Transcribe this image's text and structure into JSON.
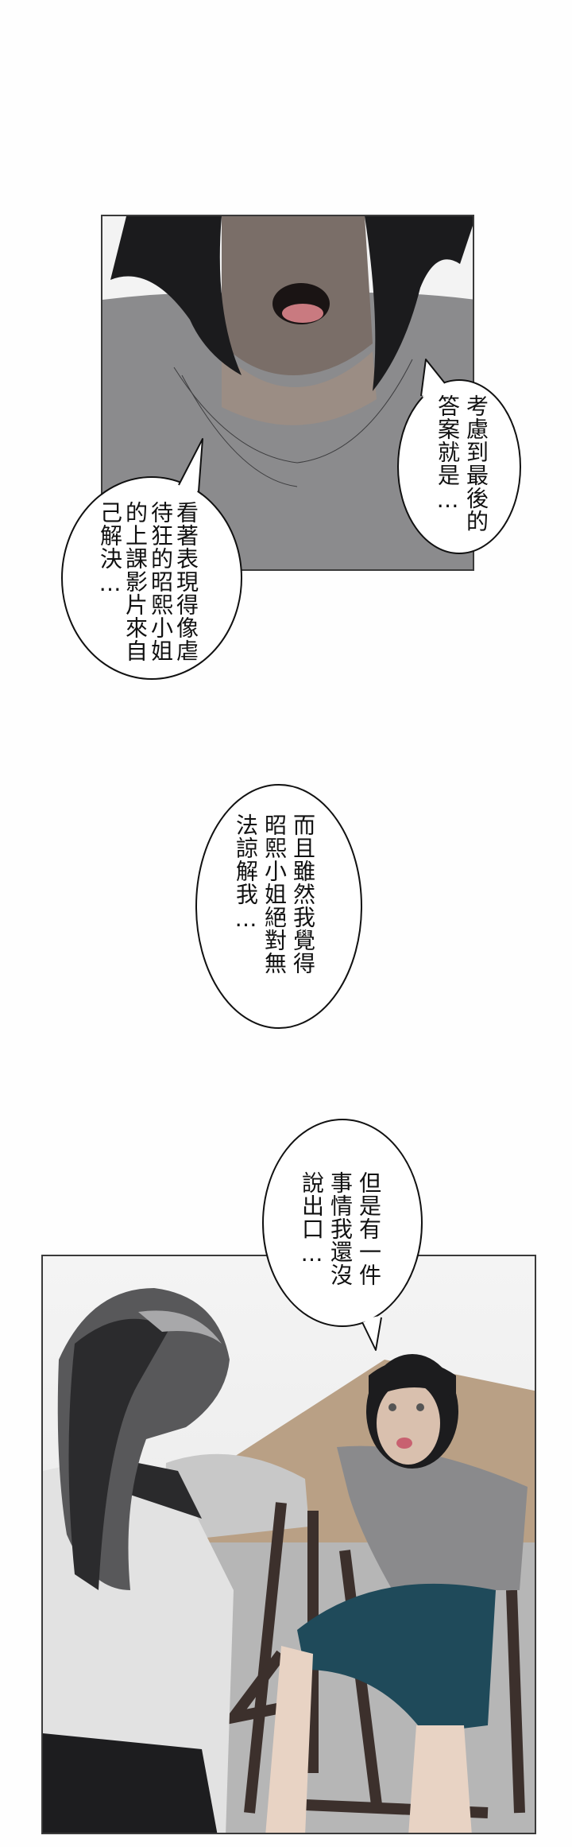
{
  "page": {
    "background": "#fefefe",
    "type": "webtoon-strip"
  },
  "panels": [
    {
      "id": "panel-1",
      "description": "close-up of distressed man's open mouth, sweating, grey t-shirt, black hair",
      "colors": {
        "shirt": "#8d8d8f",
        "hair": "#1b1b1d",
        "skin": "#8a7a70",
        "mouth": "#c97a80"
      }
    },
    {
      "id": "panel-2",
      "description": "woman with long dark ponytail seen from behind, facing a panicked man in grey t-shirt and teal shorts sitting on a wooden chair",
      "colors": {
        "shirt": "#8a8a8c",
        "shorts": "#1f4a5a",
        "chair": "#3c302c",
        "floor": "#b59c80",
        "blouse": "#e2e2e2"
      }
    }
  ],
  "bubbles": [
    {
      "id": "bubble-1",
      "columns": [
        "考慮到最後的",
        "答案就是…"
      ]
    },
    {
      "id": "bubble-2",
      "columns": [
        "看著表現得像虐",
        "待狂的昭熙小姐",
        "的上課影片來自",
        "己解決…"
      ]
    },
    {
      "id": "bubble-3",
      "columns": [
        "而且雖然我覺得",
        "昭熙小姐絕對無",
        "法諒解我…"
      ]
    },
    {
      "id": "bubble-4",
      "columns": [
        "但是有一件",
        "事情我還沒",
        "說出口…"
      ]
    }
  ]
}
